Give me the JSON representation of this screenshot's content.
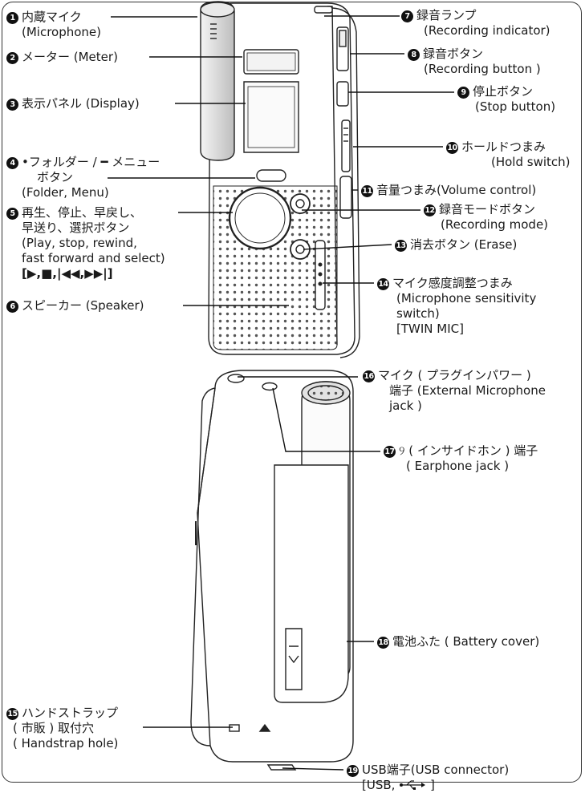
{
  "labels": [
    {
      "num": "1",
      "lines": [
        "内蔵マイク",
        "(Microphone)"
      ]
    },
    {
      "num": "2",
      "lines": [
        "メーター (Meter)"
      ]
    },
    {
      "num": "3",
      "lines": [
        "表示パネル (Display)"
      ]
    },
    {
      "num": "4",
      "lines": [
        "•フォルダー / ━ メニュー",
        "ボタン",
        "(Folder, Menu)"
      ]
    },
    {
      "num": "5",
      "lines": [
        "再生、停止、早戻し、",
        "早送り、選択ボタン",
        "(Play, stop, rewind,",
        "fast forward and select)",
        "[▶,■,|◀◀,▶▶|]"
      ]
    },
    {
      "num": "6",
      "lines": [
        "スピーカー (Speaker)"
      ]
    },
    {
      "num": "7",
      "lines": [
        "録音ランプ",
        "(Recording indicator)"
      ]
    },
    {
      "num": "8",
      "lines": [
        "録音ボタン",
        "(Recording button )"
      ]
    },
    {
      "num": "9",
      "lines": [
        "停止ボタン",
        "(Stop button)"
      ]
    },
    {
      "num": "10",
      "lines": [
        "ホールドつまみ",
        "(Hold switch)"
      ]
    },
    {
      "num": "11",
      "lines": [
        "音量つまみ(Volume control)"
      ]
    },
    {
      "num": "12",
      "lines": [
        "録音モードボタン",
        "(Recording mode)"
      ]
    },
    {
      "num": "13",
      "lines": [
        "消去ボタン (Erase)"
      ]
    },
    {
      "num": "14",
      "lines": [
        "マイク感度調整つまみ",
        "(Microphone sensitivity",
        "switch)",
        "[TWIN MIC]"
      ]
    },
    {
      "num": "16",
      "lines": [
        "マイク ( プラグインパワー )",
        "端子 (External Microphone",
        "jack )"
      ]
    },
    {
      "num": "17",
      "lines": [
        "( インサイドホン ) 端子",
        "( Earphone jack )"
      ]
    },
    {
      "num": "18",
      "lines": [
        "電池ふた ( Battery cover)"
      ]
    },
    {
      "num": "15",
      "lines": [
        "ハンドストラップ",
        "( 市販 ) 取付穴",
        "( Handstrap hole)"
      ]
    },
    {
      "num": "19",
      "lines": [
        "USB端子(USB connector)",
        "[USB, ]"
      ]
    }
  ]
}
